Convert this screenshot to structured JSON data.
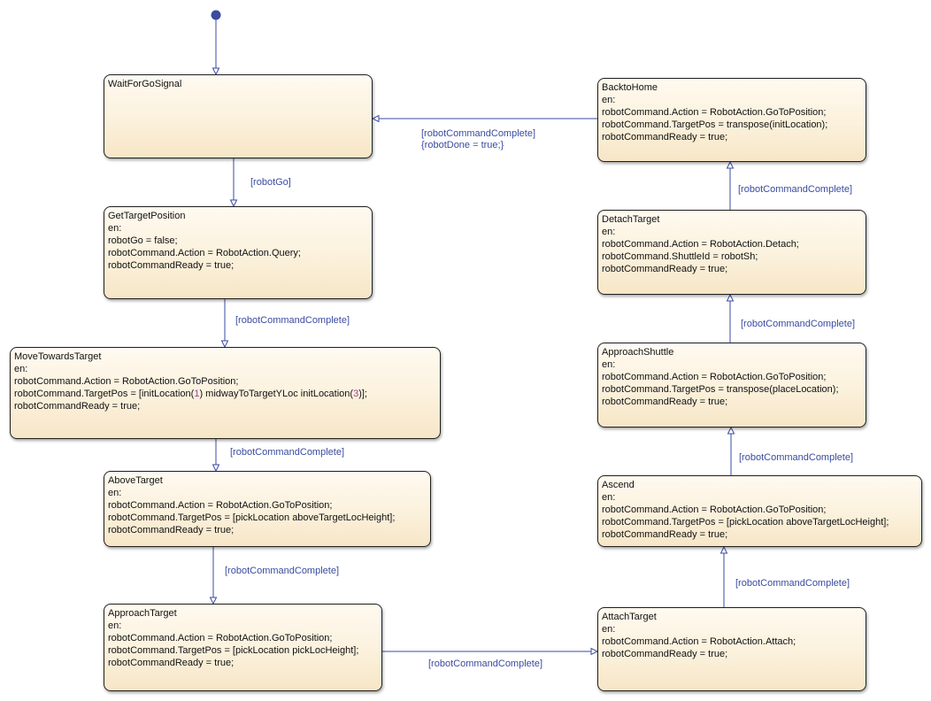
{
  "states": {
    "wait": {
      "name": "WaitForGoSignal",
      "lines": []
    },
    "get": {
      "name": "GetTargetPosition",
      "lines": [
        "en:",
        "robotGo = false;",
        "robotCommand.Action = RobotAction.Query;",
        "robotCommandReady = true;"
      ]
    },
    "move": {
      "name": "MoveTowardsTarget",
      "lines": [
        "en:",
        "robotCommand.Action = RobotAction.GoToPosition;"
      ],
      "targetpos": {
        "a": "robotCommand.TargetPos = [initLocation(",
        "n1": "1",
        "b": ") midwayToTargetYLoc initLocation(",
        "n2": "3",
        "c": ")];"
      },
      "last": "robotCommandReady = true;"
    },
    "above": {
      "name": "AboveTarget",
      "lines": [
        "en:",
        "robotCommand.Action = RobotAction.GoToPosition;",
        "robotCommand.TargetPos = [pickLocation aboveTargetLocHeight];",
        "robotCommandReady = true;"
      ]
    },
    "approachTarget": {
      "name": "ApproachTarget",
      "lines": [
        "en:",
        "robotCommand.Action = RobotAction.GoToPosition;",
        "robotCommand.TargetPos = [pickLocation pickLocHeight];",
        "robotCommandReady = true;"
      ]
    },
    "attach": {
      "name": "AttachTarget",
      "lines": [
        "en:",
        "robotCommand.Action = RobotAction.Attach;",
        "robotCommandReady = true;"
      ]
    },
    "ascend": {
      "name": "Ascend",
      "lines": [
        "en:",
        "robotCommand.Action = RobotAction.GoToPosition;",
        "robotCommand.TargetPos = [pickLocation aboveTargetLocHeight];",
        "robotCommandReady = true;"
      ]
    },
    "approachShuttle": {
      "name": "ApproachShuttle",
      "lines": [
        "en:",
        "robotCommand.Action = RobotAction.GoToPosition;",
        "robotCommand.TargetPos = transpose(placeLocation);",
        "robotCommandReady = true;"
      ]
    },
    "detach": {
      "name": "DetachTarget",
      "lines": [
        "en:",
        "robotCommand.Action = RobotAction.Detach;",
        "robotCommand.ShuttleId = robotSh;",
        "robotCommandReady = true;"
      ]
    },
    "home": {
      "name": "BacktoHome",
      "lines": [
        "en:",
        "robotCommand.Action = RobotAction.GoToPosition;",
        "robotCommand.TargetPos = transpose(initLocation);",
        "robotCommandReady = true;"
      ]
    }
  },
  "transitions": {
    "t_go": "[robotGo]",
    "t_get_move": "[robotCommandComplete]",
    "t_move_above": "[robotCommandComplete]",
    "t_above_approach": "[robotCommandComplete]",
    "t_approach_attach": "[robotCommandComplete]",
    "t_attach_ascend": "[robotCommandComplete]",
    "t_ascend_shuttle": "[robotCommandComplete]",
    "t_shuttle_detach": "[robotCommandComplete]",
    "t_detach_home": "[robotCommandComplete]",
    "t_home_wait": "[robotCommandComplete]",
    "t_home_wait_action": "{robotDone = true;}"
  },
  "colors": {
    "transition": "#3a4ba0",
    "state_border": "#1f1f1f",
    "state_fill_top": "#fffaf0",
    "state_fill_bottom": "#f7e6c7",
    "literal": "#a040a0"
  }
}
